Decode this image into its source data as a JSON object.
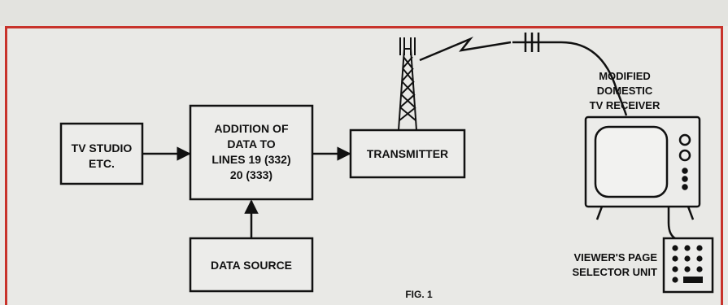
{
  "diagram": {
    "boxes": {
      "tv_studio": [
        "TV STUDIO",
        "ETC."
      ],
      "addition": [
        "ADDITION OF",
        "DATA TO",
        "LINES 19 (332)",
        "20 (333)"
      ],
      "transmitter": [
        "TRANSMITTER"
      ],
      "data_source": [
        "DATA SOURCE"
      ]
    },
    "labels": {
      "receiver": [
        "MODIFIED",
        "DOMESTIC",
        "TV RECEIVER"
      ],
      "selector": [
        "VIEWER'S PAGE",
        "SELECTOR UNIT"
      ],
      "figure": "FIG. 1"
    }
  },
  "colors": {
    "frame": "#c8332b",
    "ink": "#111111",
    "paper": "#e9e9e6"
  }
}
